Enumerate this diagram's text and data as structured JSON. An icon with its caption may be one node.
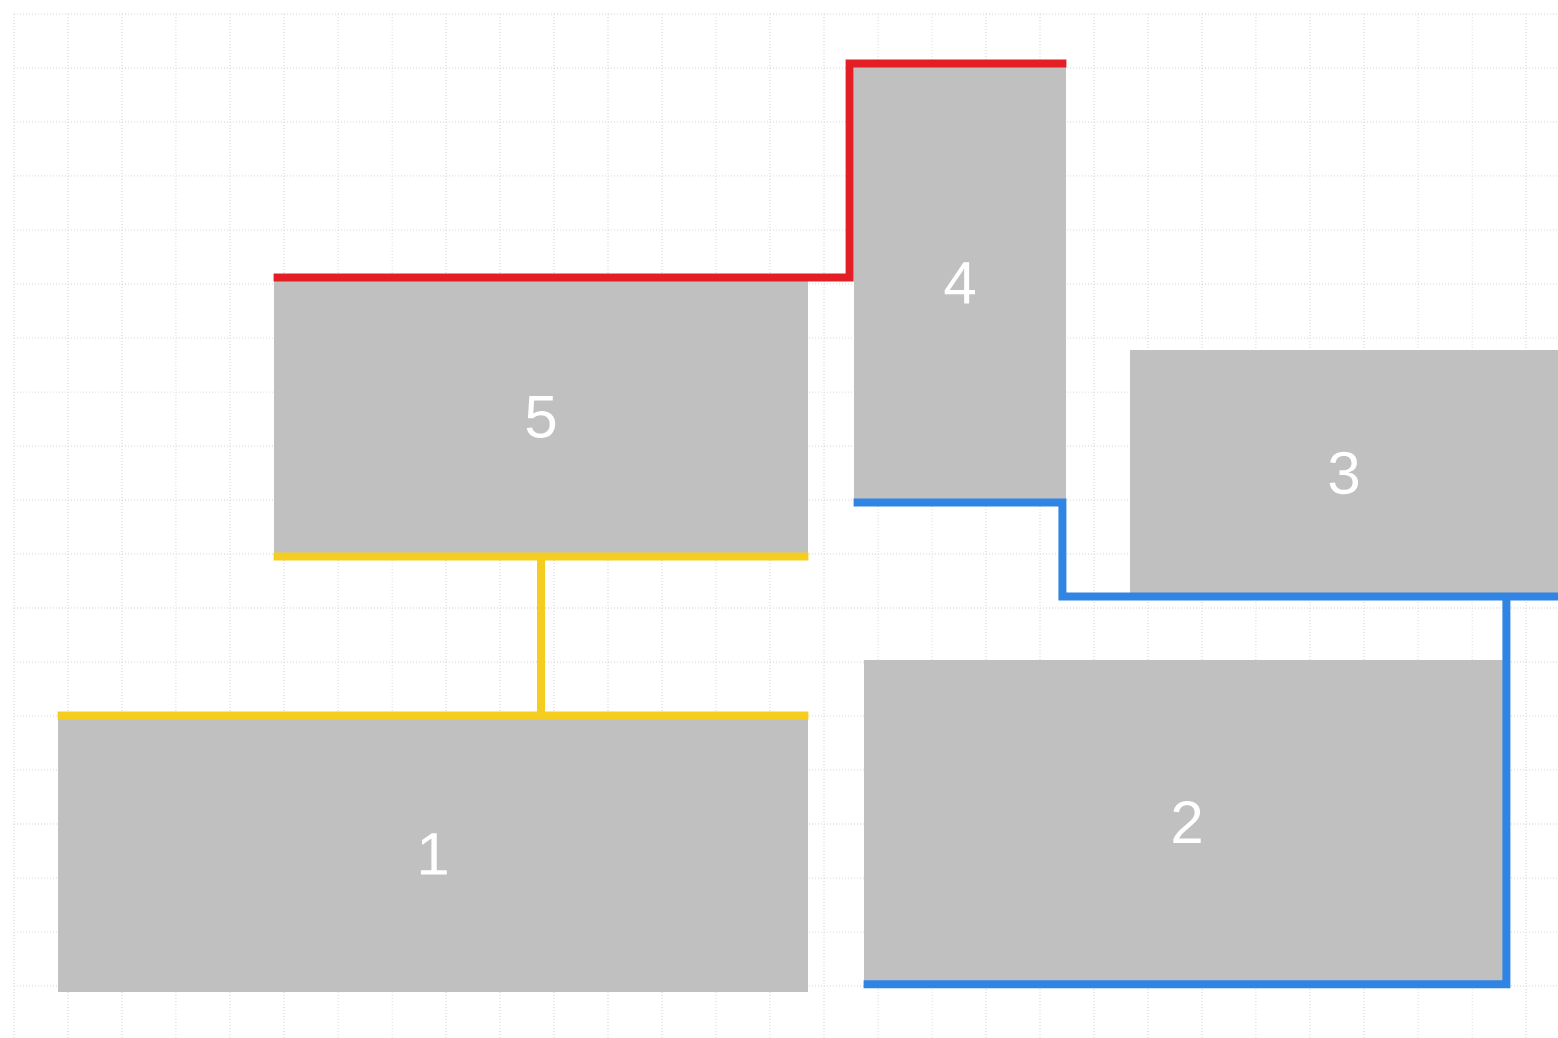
{
  "diagram": {
    "nodes": [
      {
        "text": [
          "4"
        ]
      },
      {
        "text": [
          "5"
        ]
      },
      {
        "text": [
          "3"
        ]
      },
      {
        "text": [
          "2"
        ]
      },
      {
        "text": [
          "1"
        ]
      }
    ],
    "edges": [
      {
        "from": 1,
        "to": 0,
        "arrow": "none",
        "color": "#e31e24"
      },
      {
        "from": 1,
        "to": 4,
        "arrow": "none",
        "color": "#f5cd1e"
      },
      {
        "from": 0,
        "to": 2,
        "arrow": "none",
        "color": "#2f84e4"
      },
      {
        "from": 2,
        "to": 3,
        "arrow": "none",
        "color": "#2f84e4"
      }
    ]
  }
}
